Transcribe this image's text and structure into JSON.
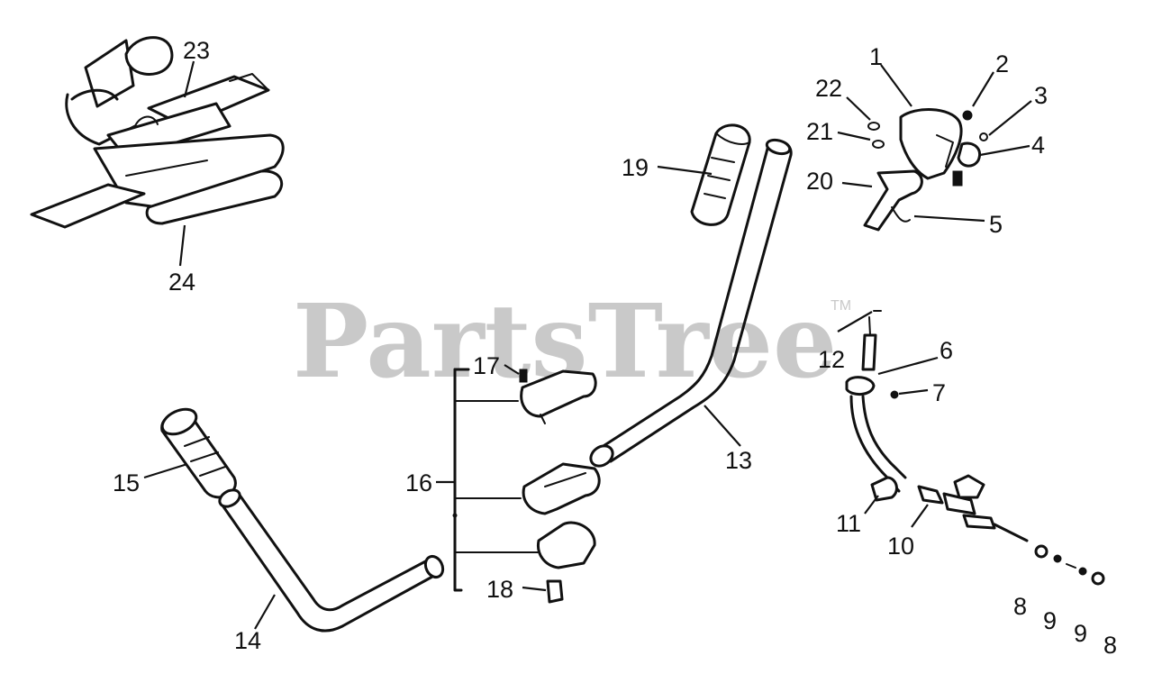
{
  "watermark": {
    "text": "PartsTree",
    "trademark": "TM"
  },
  "callouts": [
    {
      "id": "c1",
      "label": "1"
    },
    {
      "id": "c2",
      "label": "2"
    },
    {
      "id": "c3",
      "label": "3"
    },
    {
      "id": "c4",
      "label": "4"
    },
    {
      "id": "c5",
      "label": "5"
    },
    {
      "id": "c6",
      "label": "6"
    },
    {
      "id": "c7",
      "label": "7"
    },
    {
      "id": "c8a",
      "label": "8"
    },
    {
      "id": "c8b",
      "label": "8"
    },
    {
      "id": "c9a",
      "label": "9"
    },
    {
      "id": "c9b",
      "label": "9"
    },
    {
      "id": "c10",
      "label": "10"
    },
    {
      "id": "c11",
      "label": "11"
    },
    {
      "id": "c12",
      "label": "12"
    },
    {
      "id": "c13",
      "label": "13"
    },
    {
      "id": "c14",
      "label": "14"
    },
    {
      "id": "c15",
      "label": "15"
    },
    {
      "id": "c16",
      "label": "16"
    },
    {
      "id": "c17",
      "label": "17"
    },
    {
      "id": "c18",
      "label": "18"
    },
    {
      "id": "c19",
      "label": "19"
    },
    {
      "id": "c20",
      "label": "20"
    },
    {
      "id": "c21",
      "label": "21"
    },
    {
      "id": "c22",
      "label": "22"
    },
    {
      "id": "c23",
      "label": "23"
    },
    {
      "id": "c24",
      "label": "24"
    }
  ]
}
